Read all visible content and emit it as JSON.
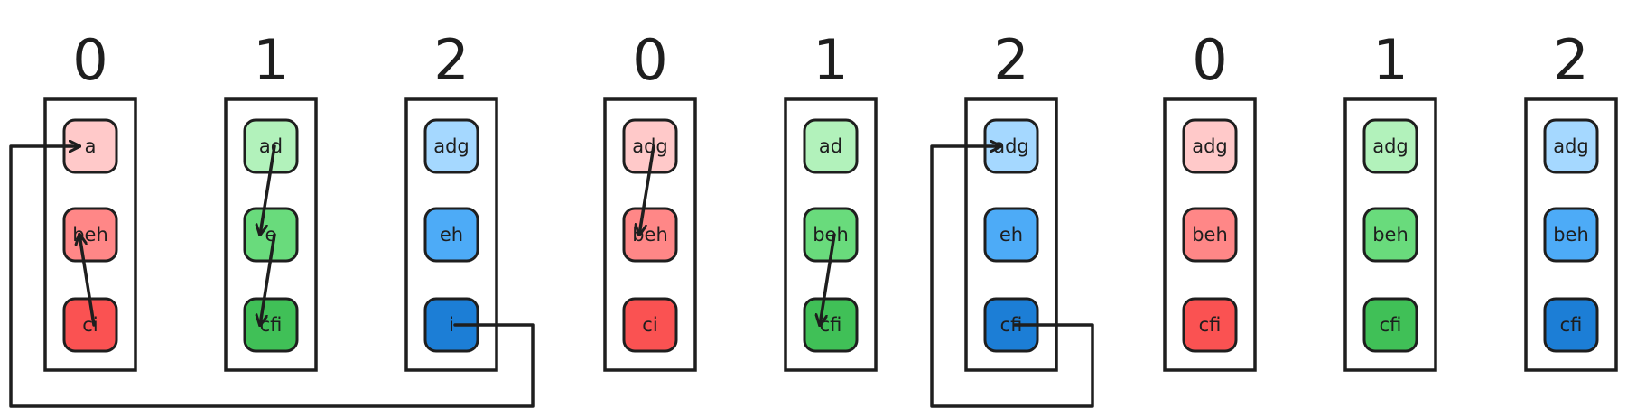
{
  "colors": {
    "c0": [
      "#ffc9c9",
      "#ff8787",
      "#fa5252"
    ],
    "c1": [
      "#b2f2bb",
      "#69db7c",
      "#40c057"
    ],
    "c2": [
      "#a5d8ff",
      "#4dabf7",
      "#1c7ed6"
    ]
  },
  "groups": [
    {
      "columns": [
        {
          "index": "0",
          "tone": "c0",
          "cells": [
            "a",
            "beh",
            "ci"
          ]
        },
        {
          "index": "1",
          "tone": "c1",
          "cells": [
            "ad",
            "e",
            "cfi"
          ]
        },
        {
          "index": "2",
          "tone": "c2",
          "cells": [
            "adg",
            "eh",
            "i"
          ]
        }
      ],
      "arrows": [
        {
          "from": [
            1,
            0
          ],
          "to": [
            1,
            1
          ],
          "route": "direct"
        },
        {
          "from": [
            1,
            1
          ],
          "to": [
            1,
            2
          ],
          "route": "direct"
        },
        {
          "from": [
            2,
            2
          ],
          "to": [
            0,
            0
          ],
          "route": "wrap"
        },
        {
          "from": [
            0,
            2
          ],
          "to": [
            0,
            1
          ],
          "route": "direct"
        }
      ]
    },
    {
      "columns": [
        {
          "index": "0",
          "tone": "c0",
          "cells": [
            "adg",
            "beh",
            "ci"
          ]
        },
        {
          "index": "1",
          "tone": "c1",
          "cells": [
            "ad",
            "beh",
            "cfi"
          ]
        },
        {
          "index": "2",
          "tone": "c2",
          "cells": [
            "adg",
            "eh",
            "cfi"
          ]
        }
      ],
      "arrows": [
        {
          "from": [
            0,
            0
          ],
          "to": [
            0,
            1
          ],
          "route": "direct"
        },
        {
          "from": [
            1,
            1
          ],
          "to": [
            1,
            2
          ],
          "route": "direct"
        },
        {
          "from": [
            2,
            2
          ],
          "to": [
            2,
            0
          ],
          "route": "wrap"
        }
      ]
    },
    {
      "columns": [
        {
          "index": "0",
          "tone": "c0",
          "cells": [
            "adg",
            "beh",
            "cfi"
          ]
        },
        {
          "index": "1",
          "tone": "c1",
          "cells": [
            "adg",
            "beh",
            "cfi"
          ]
        },
        {
          "index": "2",
          "tone": "c2",
          "cells": [
            "adg",
            "beh",
            "cfi"
          ]
        }
      ],
      "arrows": []
    }
  ]
}
